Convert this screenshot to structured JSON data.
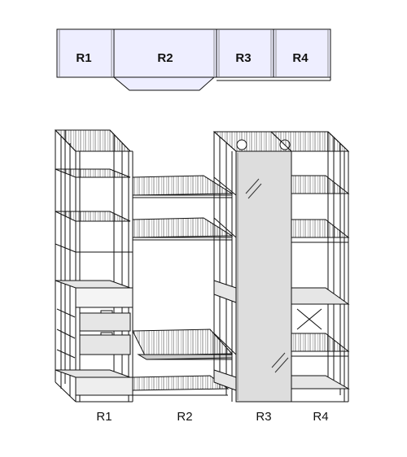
{
  "plan": {
    "modules": [
      {
        "id": "r1",
        "label": "R1"
      },
      {
        "id": "r2",
        "label": "R2"
      },
      {
        "id": "r3",
        "label": "R3"
      },
      {
        "id": "r4",
        "label": "R4"
      }
    ]
  },
  "front": {
    "labels": [
      {
        "id": "r1",
        "label": "R1"
      },
      {
        "id": "r2",
        "label": "R2"
      },
      {
        "id": "r3",
        "label": "R3"
      },
      {
        "id": "r4",
        "label": "R4"
      }
    ]
  },
  "colors": {
    "module_fill": "#eeeeff",
    "line": "#111111",
    "mirror": "#dddddd",
    "drawer": "#e6e6e6",
    "shelf_wire": "#444444"
  }
}
